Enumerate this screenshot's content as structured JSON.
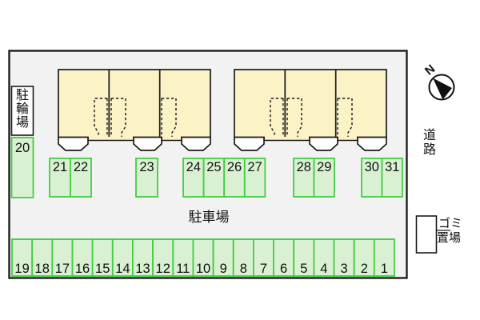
{
  "bike_area": {
    "label": "駐輪場",
    "chars": [
      "駐",
      "輪",
      "場"
    ],
    "space_number": "20"
  },
  "parking_lot": {
    "label": "駐車場"
  },
  "spaces": {
    "middle": [
      "21",
      "22",
      "23",
      "24",
      "25",
      "26",
      "27",
      "28",
      "29",
      "30",
      "31"
    ],
    "bottom": [
      "19",
      "18",
      "17",
      "16",
      "15",
      "14",
      "13",
      "12",
      "11",
      "10",
      "9",
      "8",
      "7",
      "6",
      "5",
      "4",
      "3",
      "2",
      "1"
    ]
  },
  "compass": {
    "north_label": "N"
  },
  "road": {
    "label": "道路",
    "chars": [
      "道",
      "路"
    ]
  },
  "garbage_area": {
    "label": "ゴミ置場",
    "line1": "ゴミ",
    "line2": "置場"
  },
  "colors": {
    "site_fill": "#f2f2f2",
    "building_fill": "#fbf2c6",
    "space_fill": "#d9f0d2",
    "space_border": "#44cc44",
    "outline": "#1a1a1a"
  },
  "buildings": {
    "count": 2,
    "units_per_building": 3
  }
}
